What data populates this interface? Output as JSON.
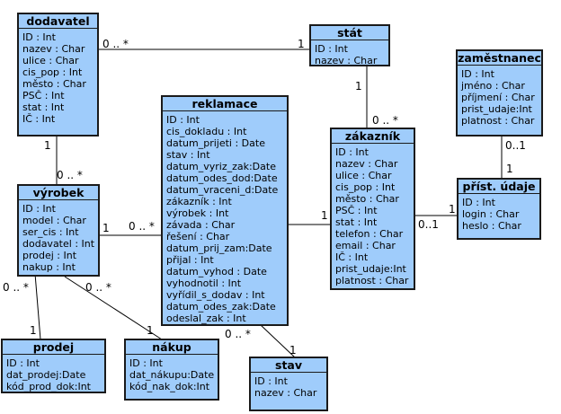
{
  "colors": {
    "entity_fill": "#9fccfb",
    "border": "#1a1a1a",
    "line": "#000000"
  },
  "entities": {
    "dodavatel": {
      "name": "dodavatel",
      "attributes": [
        "ID : Int",
        "nazev : Char",
        "ulice : Char",
        "cis_pop : Int",
        "město : Char",
        "PSČ : Int",
        "stat : Int",
        "IČ : Int"
      ]
    },
    "stat": {
      "name": "stát",
      "attributes": [
        "ID : Int",
        "nazev : Char"
      ]
    },
    "zamestnanec": {
      "name": "zaměstnanec",
      "attributes": [
        "ID : Int",
        "jméno : Char",
        "příjmení : Char",
        "prist_udaje:Int",
        "platnost : Char"
      ]
    },
    "reklamace": {
      "name": "reklamace",
      "attributes": [
        "ID : Int",
        "cis_dokladu : Int",
        "datum_prijeti : Date",
        "stav : Int",
        "datum_vyriz_zak:Date",
        "datum_odes_dod:Date",
        "datum_vraceni_d:Date",
        "zákazník : Int",
        "výrobek : Int",
        "závada : Char",
        "řešení : Char",
        "datum_prij_zam:Date",
        "přijal : Int",
        "datum_vyhod : Date",
        "vyhodnotil : Int",
        "vyřídil_s_dodav : Int",
        "datum_odes_zak:Date",
        "odeslal_zak : Int"
      ]
    },
    "zakaznik": {
      "name": "zákazník",
      "attributes": [
        "ID : Int",
        "nazev : Char",
        "ulice : Char",
        "cis_pop : Int",
        "město : Char",
        "PSČ : Int",
        "stat : Int",
        "telefon : Char",
        "email : Char",
        "IČ : Int",
        "prist_udaje:Int",
        "platnost : Char"
      ]
    },
    "prist_udaje": {
      "name": "příst. údaje",
      "attributes": [
        "ID : Int",
        "login : Char",
        "heslo : Char"
      ]
    },
    "vyrobek": {
      "name": "výrobek",
      "attributes": [
        "ID : Int",
        "model : Char",
        "ser_cis : Int",
        "dodavatel : Int",
        "prodej : Int",
        "nakup : Int"
      ]
    },
    "prodej": {
      "name": "prodej",
      "attributes": [
        "ID : Int",
        "dat_prodej:Date",
        "kód_prod_dok:Int"
      ]
    },
    "nakup": {
      "name": "nákup",
      "attributes": [
        "ID : Int",
        "dat_nákupu:Date",
        "kód_nak_dok:Int"
      ]
    },
    "stav": {
      "name": "stav",
      "attributes": [
        "ID : Int",
        "nazev : Char"
      ]
    }
  },
  "multiplicities": {
    "dodavatel_stat_many": "0 .. *",
    "dodavatel_stat_one": "1",
    "dodavatel_vyrobek_one": "1",
    "dodavatel_vyrobek_many": "0 .. *",
    "stat_zakaznik_one": "1",
    "stat_zakaznik_many": "0 .. *",
    "zamestnanec_prist_a": "0..1",
    "zamestnanec_prist_b": "1",
    "vyrobek_reklamace_one": "1",
    "vyrobek_reklamace_many": "0 .. *",
    "reklamace_zakaznik_one": "1",
    "zakaznik_prist_a": "0..1",
    "zakaznik_prist_b": "1",
    "vyrobek_prodej_many": "0 .. *",
    "vyrobek_prodej_one": "1",
    "vyrobek_nakup_many": "0 .. *",
    "vyrobek_nakup_one": "1",
    "reklamace_stav_many": "0 .. *",
    "reklamace_stav_one": "1"
  }
}
